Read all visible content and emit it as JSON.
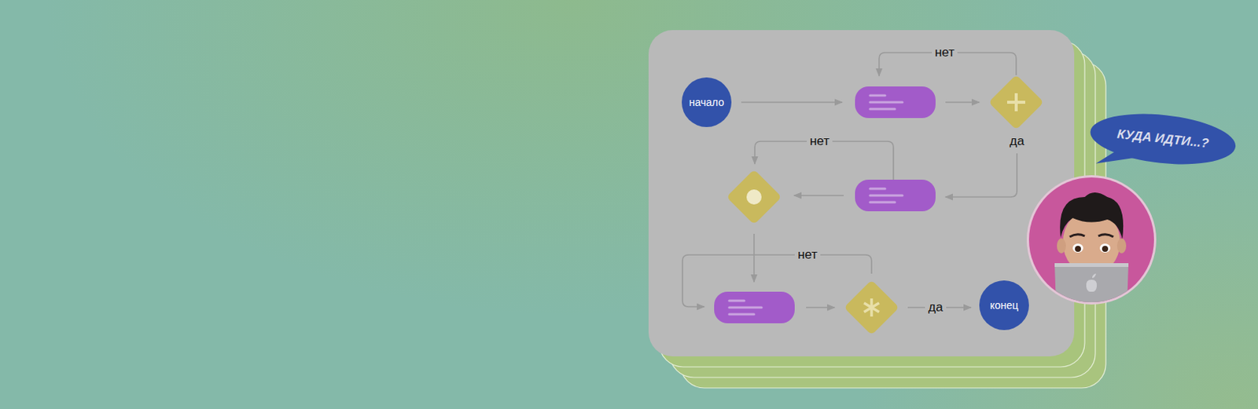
{
  "diagram": {
    "nodes": [
      {
        "text": [
          "начало"
        ]
      },
      {
        "text": [
          "КУДА ИДТИ...?"
        ]
      },
      {
        "text": [
          "конец"
        ]
      }
    ],
    "labels": [
      "нет",
      "нет",
      "да",
      "нет",
      "да"
    ]
  }
}
